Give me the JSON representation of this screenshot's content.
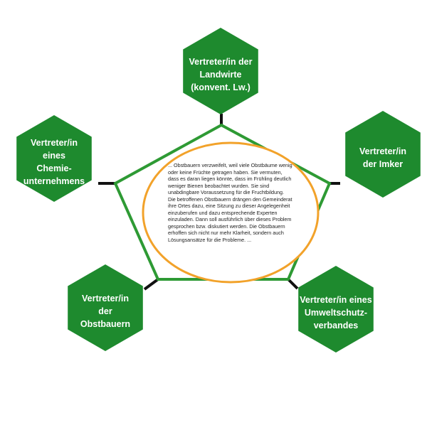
{
  "colors": {
    "hex_fill": "#1e8a2e",
    "pentagon_stroke": "#2e9a34",
    "circle_stroke": "#f2a22a",
    "connector": "#111111",
    "text_on_hex": "#ffffff"
  },
  "nodes": [
    {
      "id": "landwirte",
      "label": "Vertreter/in der\nLandwirte\n(konvent. Lw.)"
    },
    {
      "id": "imker",
      "label": "Vertreter/in\nder Imker"
    },
    {
      "id": "umweltschutz",
      "label": "Vertreter/in eines\nUmweltschutz-\nverbandes"
    },
    {
      "id": "obstbauern",
      "label": "Vertreter/in\nder\nObstbauern"
    },
    {
      "id": "chemie",
      "label": "Vertreter/in\neines\nChemie-\nunternehmens"
    }
  ],
  "center": {
    "text": "... Obstbauern verzweifelt, weil viele Obstbäume wenig oder keine Früchte getragen haben. Sie vermuten, dass es daran liegen könnte, dass im Frühling deutlich weniger Bienen beobachtet wurden. Sie sind unabdingbare Voraussetzung für die Fruchtbildung.\nDie betroffenen Obstbauern drängen den Gemeinderat ihre Ortes dazu, eine Sitzung zu dieser Angelegenheit einzuberufen und dazu entsprechende Experten einzuladen. Dann soll ausführlich über dieses Problem gesprochen bzw. diskutiert werden. Die Obstbauern erhoffen sich nicht nur mehr Klarheit, sondern auch Lösungsansätze für die Probleme. ..."
  }
}
